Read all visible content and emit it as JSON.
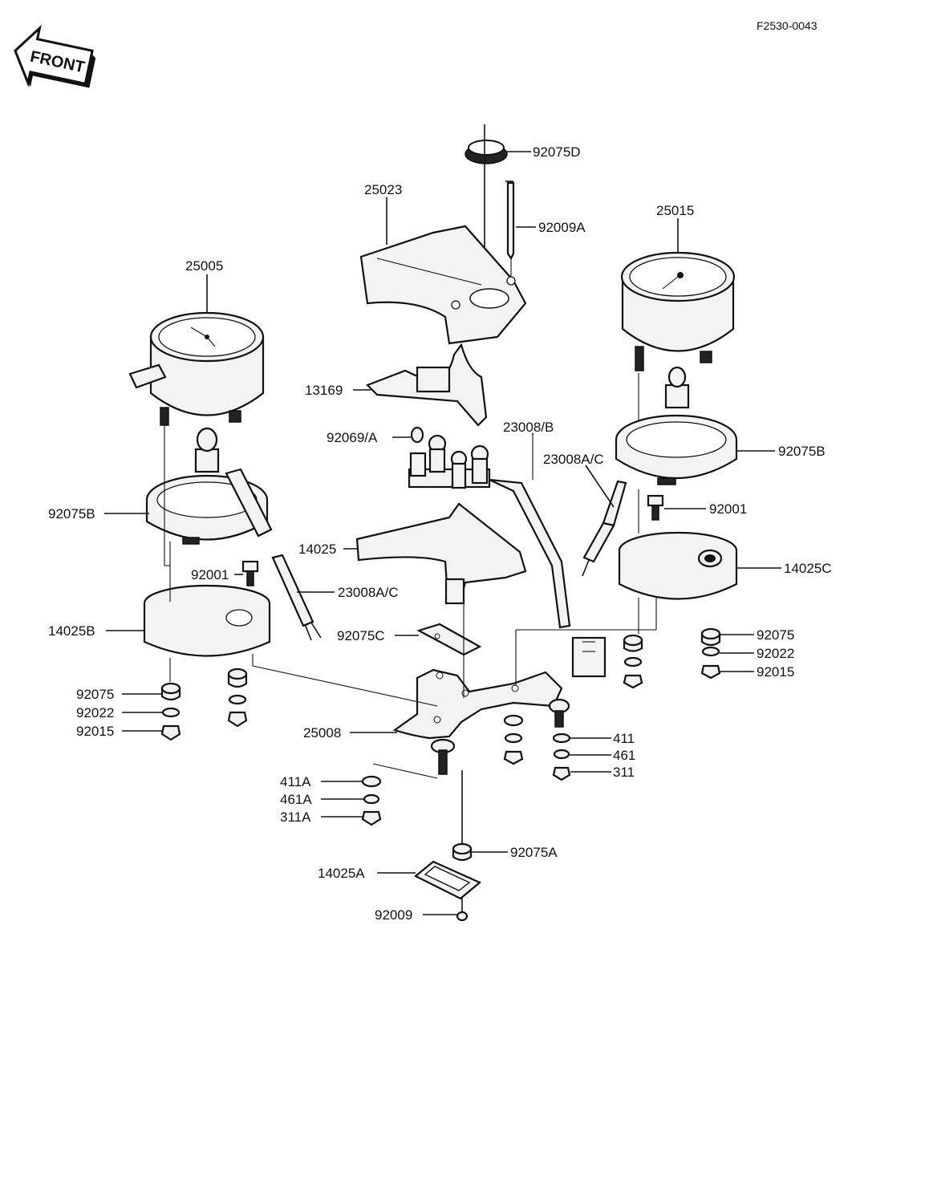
{
  "diagram_code": "F2530-0043",
  "front_label": "FRONT",
  "labels": {
    "p25005": "25005",
    "p25023": "25023",
    "p92075D": "92075D",
    "p92009A": "92009A",
    "p25015": "25015",
    "p13169": "13169",
    "p92069A": "92069/A",
    "p23008B": "23008/B",
    "p23008AC_right": "23008A/C",
    "p92075B_right": "92075B",
    "p92075B_left": "92075B",
    "p92001_right": "92001",
    "p14025": "14025",
    "p14025C": "14025C",
    "p92001_left": "92001",
    "p23008AC_left": "23008A/C",
    "p14025B": "14025B",
    "p92075C": "92075C",
    "p92075_right": "92075",
    "p92022_right": "92022",
    "p92015_right": "92015",
    "p92075_left": "92075",
    "p92022_left": "92022",
    "p92015_left": "92015",
    "p25008": "25008",
    "p411": "411",
    "p461": "461",
    "p311": "311",
    "p411A": "411A",
    "p461A": "461A",
    "p311A": "311A",
    "p92075A": "92075A",
    "p14025A": "14025A",
    "p92009": "92009"
  }
}
